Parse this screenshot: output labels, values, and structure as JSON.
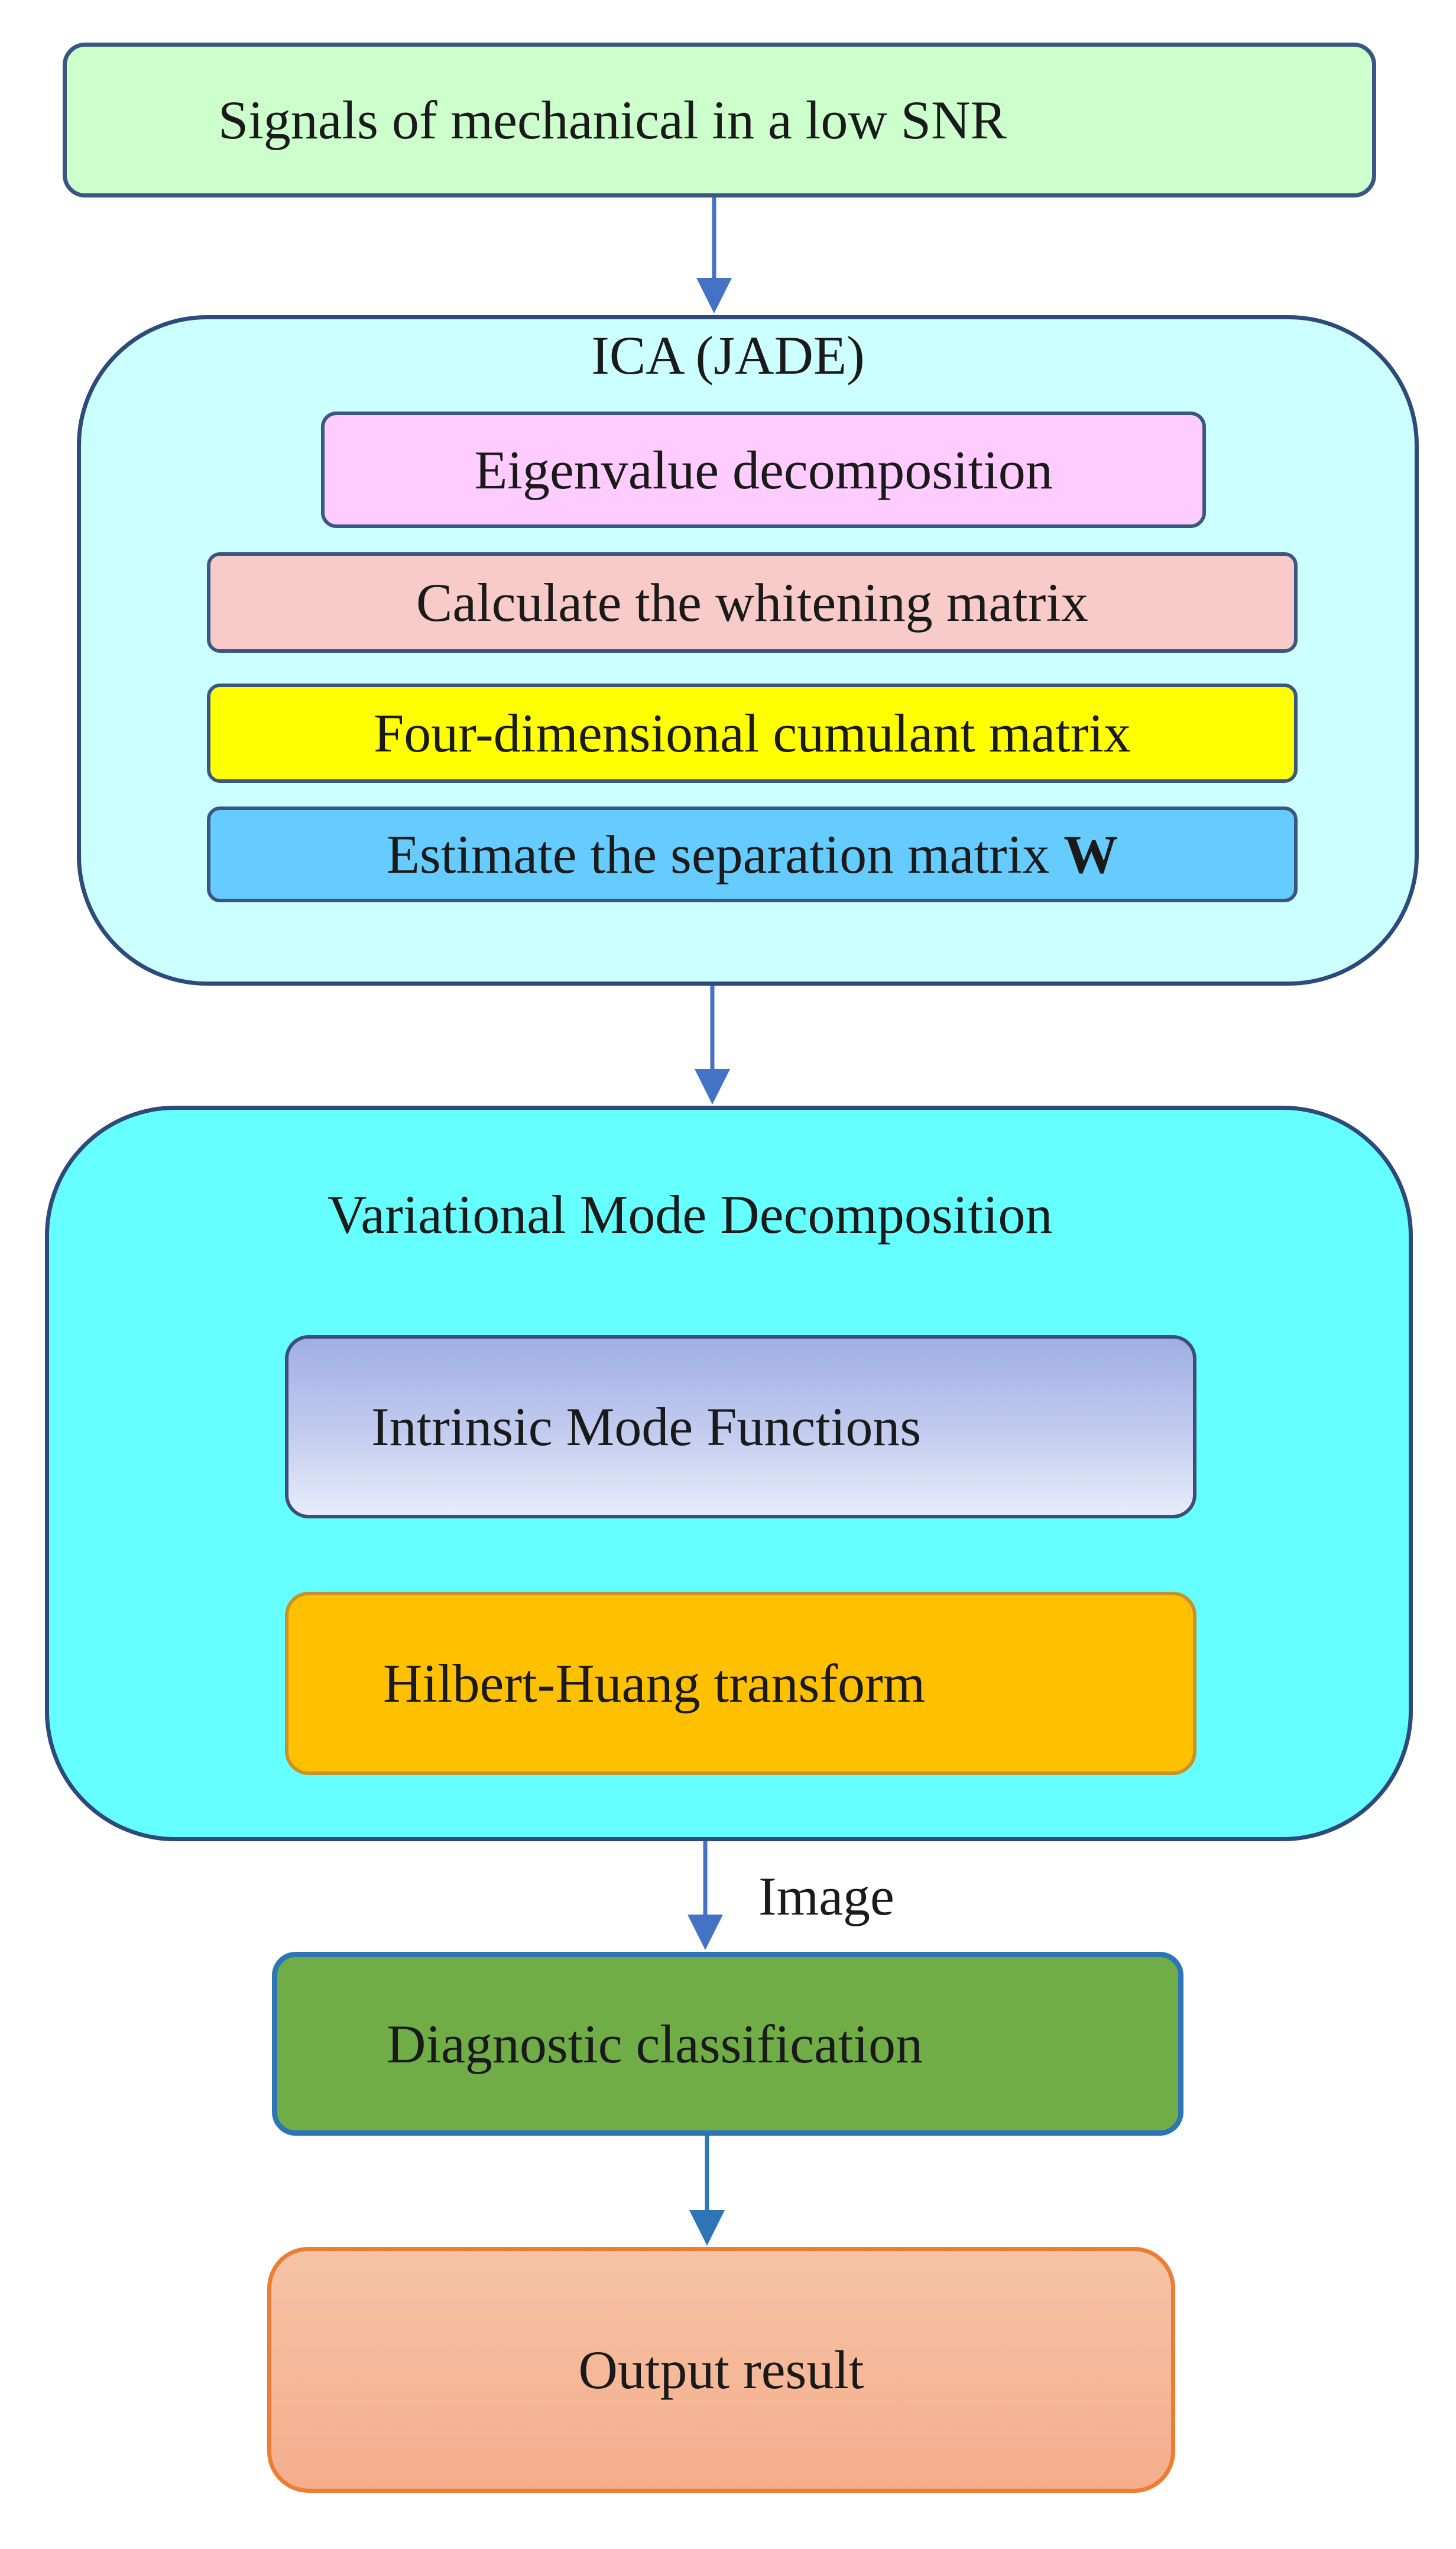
{
  "flowchart": {
    "signals": "Signals of mechanical in a low SNR",
    "ica": {
      "title": "ICA (JADE)",
      "steps": {
        "eigen": "Eigenvalue decomposition",
        "whitening": "Calculate the whitening matrix",
        "cumulant": "Four-dimensional cumulant matrix",
        "separation": "Estimate the separation matrix",
        "separation_symbol": "W"
      }
    },
    "vmd": {
      "title": "Variational Mode Decomposition",
      "imf": "Intrinsic Mode Functions",
      "hht": "Hilbert-Huang transform"
    },
    "edge_label_image": "Image",
    "diagnostic": "Diagnostic classification",
    "output": "Output result"
  },
  "colors": {
    "signals_fill": "#ccffcc",
    "ica_fill": "#ccffff",
    "eigen_fill": "#ffccff",
    "whitening_fill": "#f8cbc8",
    "cumulant_fill": "#ffff00",
    "separation_fill": "#66ccff",
    "vmd_fill": "#66ffff",
    "hht_fill": "#ffc000",
    "diagnostic_fill": "#70ad47",
    "output_fill": "#f4ae8c",
    "arrow": "#4472c4"
  }
}
